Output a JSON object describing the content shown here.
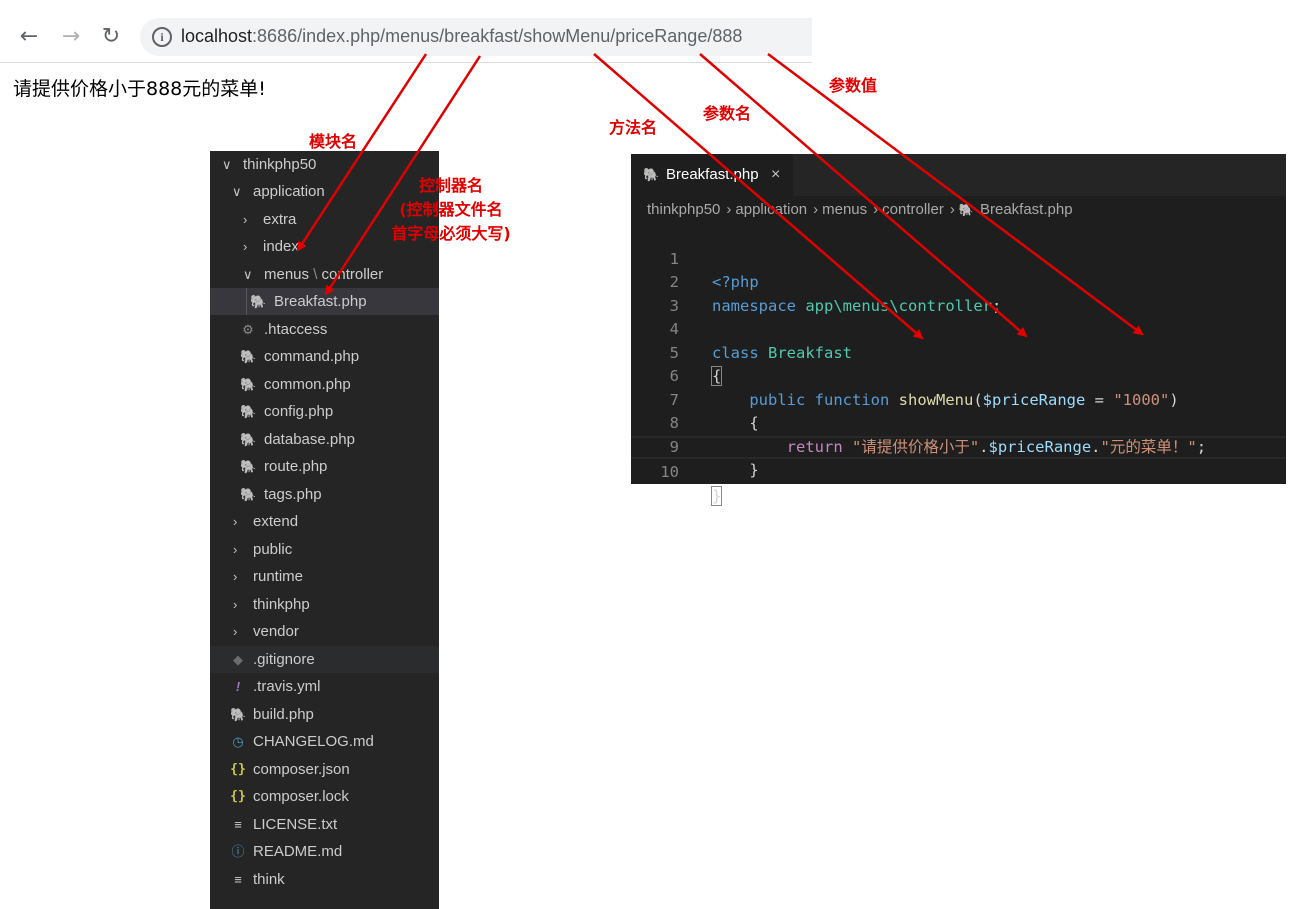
{
  "browser": {
    "back_icon": "←",
    "forward_icon": "→",
    "reload_icon": "↻",
    "info_icon": "i",
    "url_host": "localhost",
    "url_rest": ":8686/index.php/menus/breakfast/showMenu/priceRange/888"
  },
  "page": {
    "text": "请提供价格小于888元的菜单!"
  },
  "explorer": {
    "root": "thinkphp50",
    "application": "application",
    "extra": "extra",
    "index": "index",
    "menus_folder": "menus",
    "menus_sep": " \\ ",
    "controller": "controller",
    "selected_file": "Breakfast.php",
    "files": [
      {
        "label": ".htaccess",
        "icon": "⚙"
      },
      {
        "label": "command.php",
        "icon": "🐘"
      },
      {
        "label": "common.php",
        "icon": "🐘"
      },
      {
        "label": "config.php",
        "icon": "🐘"
      },
      {
        "label": "database.php",
        "icon": "🐘"
      },
      {
        "label": "route.php",
        "icon": "🐘"
      },
      {
        "label": "tags.php",
        "icon": "🐘"
      }
    ],
    "folders": [
      "extend",
      "public",
      "runtime",
      "thinkphp",
      "vendor"
    ],
    "root_files": [
      {
        "label": ".gitignore",
        "icon": "◆"
      },
      {
        "label": ".travis.yml",
        "icon": "!"
      },
      {
        "label": "build.php",
        "icon": "🐘"
      },
      {
        "label": "CHANGELOG.md",
        "icon": "◷"
      },
      {
        "label": "composer.json",
        "icon": "{}"
      },
      {
        "label": "composer.lock",
        "icon": "{}"
      },
      {
        "label": "LICENSE.txt",
        "icon": "≡"
      },
      {
        "label": "README.md",
        "icon": "ⓘ"
      },
      {
        "label": "think",
        "icon": "≡"
      }
    ]
  },
  "editor": {
    "tab_label": "Breakfast.php",
    "tab_close": "×",
    "breadcrumb": [
      "thinkphp50",
      "application",
      "menus",
      "controller",
      "Breakfast.php"
    ],
    "line_numbers": [
      "1",
      "2",
      "3",
      "4",
      "5",
      "6",
      "7",
      "8",
      "9",
      "10"
    ],
    "code": {
      "l1": "<?php",
      "l2_kw": "namespace",
      "l2_ns": "app\\menus\\controller",
      "l2_end": ";",
      "l4_kw": "class",
      "l4_cls": "Breakfast",
      "l5": "{",
      "l6_kw1": "public",
      "l6_kw2": "function",
      "l6_fn": "showMenu",
      "l6_open": "(",
      "l6_var": "$priceRange",
      "l6_eq": " = ",
      "l6_str": "\"1000\"",
      "l6_close": ")",
      "l7": "{",
      "l8_kw": "return",
      "l8_str1": "\"请提供价格小于\"",
      "l8_dot1": ".",
      "l8_var": "$priceRange",
      "l8_dot2": ".",
      "l8_str2": "\"元的菜单！\"",
      "l8_end": ";",
      "l9": "}",
      "l10": "}"
    }
  },
  "annotations": {
    "module": "模块名",
    "controller_line1": "控制器名",
    "controller_line2": "(控制器文件名",
    "controller_line3": "首字母必须大写)",
    "method": "方法名",
    "param_name": "参数名",
    "param_value": "参数值"
  },
  "colors": {
    "annotation_red": "#e00000",
    "explorer_bg": "#252526",
    "editor_bg": "#1e1e1e"
  }
}
